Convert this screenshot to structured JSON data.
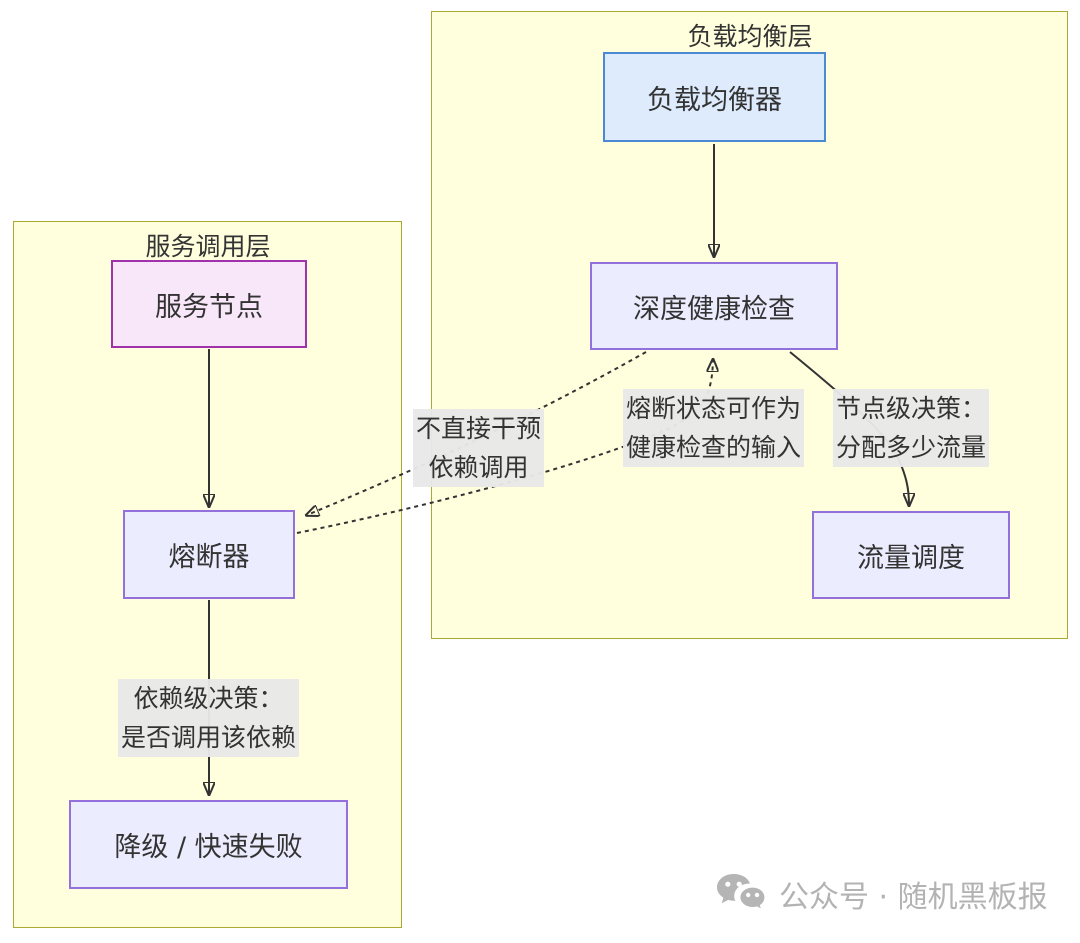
{
  "diagram": {
    "subgraphs": {
      "load_balancing": {
        "title": "负载均衡层"
      },
      "service_call": {
        "title": "服务调用层"
      }
    },
    "nodes": {
      "load_balancer": {
        "label": "负载均衡器"
      },
      "health_check": {
        "label": "深度健康检查"
      },
      "traffic_schedule": {
        "label": "流量调度"
      },
      "service_node": {
        "label": "服务节点"
      },
      "circuit_breaker": {
        "label": "熔断器"
      },
      "fallback": {
        "label": "降级 / 快速失败"
      }
    },
    "edge_labels": {
      "no_direct_intervention": "不直接干预\n依赖调用",
      "breaker_state_input": "熔断状态可作为\n健康检查的输入",
      "node_level_decision": "节点级决策：\n分配多少流量",
      "dependency_level_decision": "依赖级决策：\n是否调用该依赖"
    },
    "colors": {
      "subgraph_fill": "#ffffde",
      "subgraph_border": "#aaaa33",
      "node_purple_fill": "#ECECFF",
      "node_purple_border": "#9370DB",
      "node_blue_fill": "#ddebfd",
      "node_blue_border": "#4a8ad2",
      "node_pink_fill": "#f7e7f9",
      "node_pink_border": "#a032ae",
      "edge_stroke": "#333333",
      "edge_label_bg": "#e8e8e8",
      "watermark_gray": "#b3b3b3"
    }
  },
  "watermark": {
    "icon": "wechat-icon",
    "text": "公众号 · 随机黑板报"
  }
}
